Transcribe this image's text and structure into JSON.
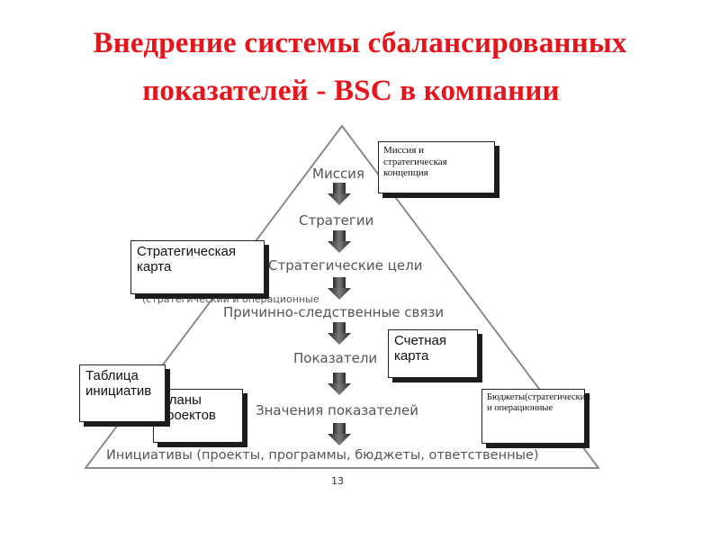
{
  "title": {
    "line1": "Внедрение системы сбалансированных",
    "line2": "показателей - BSC  в компании"
  },
  "pyramid": {
    "levels": {
      "mission": "Миссия",
      "strategies": "Стратегии",
      "strategic_goals": "Стратегические цели",
      "cause_effect": "Причинно-следственные связи",
      "indicators": "Показатели",
      "indicator_values": "Значения показателей",
      "initiatives": "Инициативы (проекты, программы, бюджеты, ответственные)"
    },
    "subnote": "(стратегический и операционные",
    "page_number": "13"
  },
  "notes": {
    "mission_concept": "Миссия и стратегическая концепция",
    "strategic_map": "Стратегическая карта",
    "scorecard": "Счетная карта",
    "initiatives_table": "Таблица инициатив",
    "project_plans": "Планы проектов",
    "budgets": "Бюджеты(стратегический и операционные"
  },
  "colors": {
    "title": "#e8141b",
    "pyramid_line": "#888888",
    "arrow": "#444444"
  }
}
